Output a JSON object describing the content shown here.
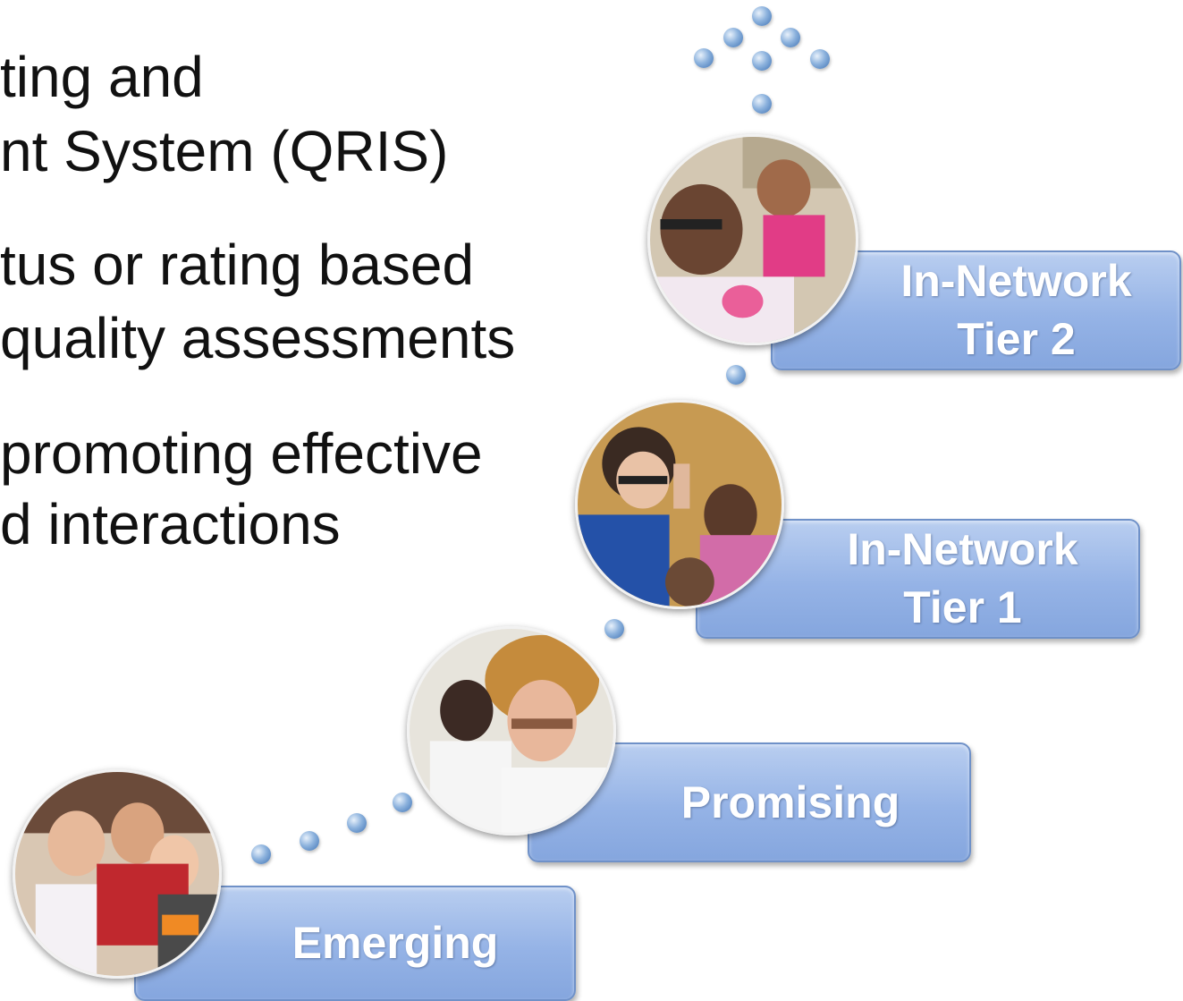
{
  "bullets": [
    "ting and",
    "nt System (QRIS)",
    "tus or rating based",
    "quality assessments",
    "promoting effective",
    "d interactions"
  ],
  "tiers": [
    {
      "line1": "Emerging",
      "line2": ""
    },
    {
      "line1": "Promising",
      "line2": ""
    },
    {
      "line1": "In-Network",
      "line2": "Tier 1"
    },
    {
      "line1": "In-Network",
      "line2": "Tier 2"
    }
  ],
  "colors": {
    "box_fill": "#95b3e6",
    "box_border": "#6f91c8",
    "dot_fill": "#5a8ac6",
    "text": "#111111"
  },
  "photos": [
    "children-with-teacher-photo",
    "woman-holding-child-photo",
    "teacher-high-five-photo",
    "caregiver-with-baby-photo"
  ]
}
